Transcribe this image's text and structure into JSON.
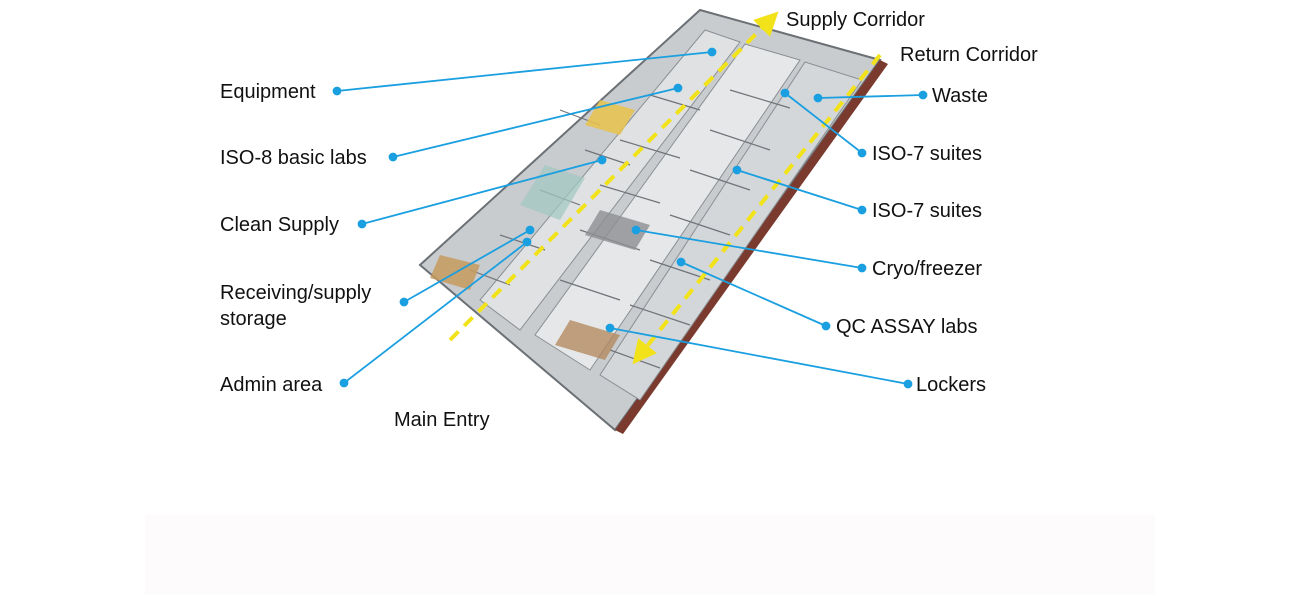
{
  "diagram": {
    "leader_color": "#1a9fe0",
    "arrow_color": "#f2e21a",
    "floor_color": "#d8dadb",
    "wall_color": "#5a5f63",
    "labels": {
      "supply_corridor": "Supply Corridor",
      "return_corridor": "Return Corridor",
      "equipment": "Equipment",
      "iso8_labs": "ISO-8 basic labs",
      "clean_supply": "Clean Supply",
      "receiving_line1": "Receiving/supply",
      "receiving_line2": "storage",
      "admin_area": "Admin area",
      "main_entry": "Main Entry",
      "waste": "Waste",
      "iso7_suites_a": "ISO-7 suites",
      "iso7_suites_b": "ISO-7 suites",
      "cryo_freezer": "Cryo/freezer",
      "qc_assay_labs": "QC ASSAY labs",
      "lockers": "Lockers"
    }
  }
}
